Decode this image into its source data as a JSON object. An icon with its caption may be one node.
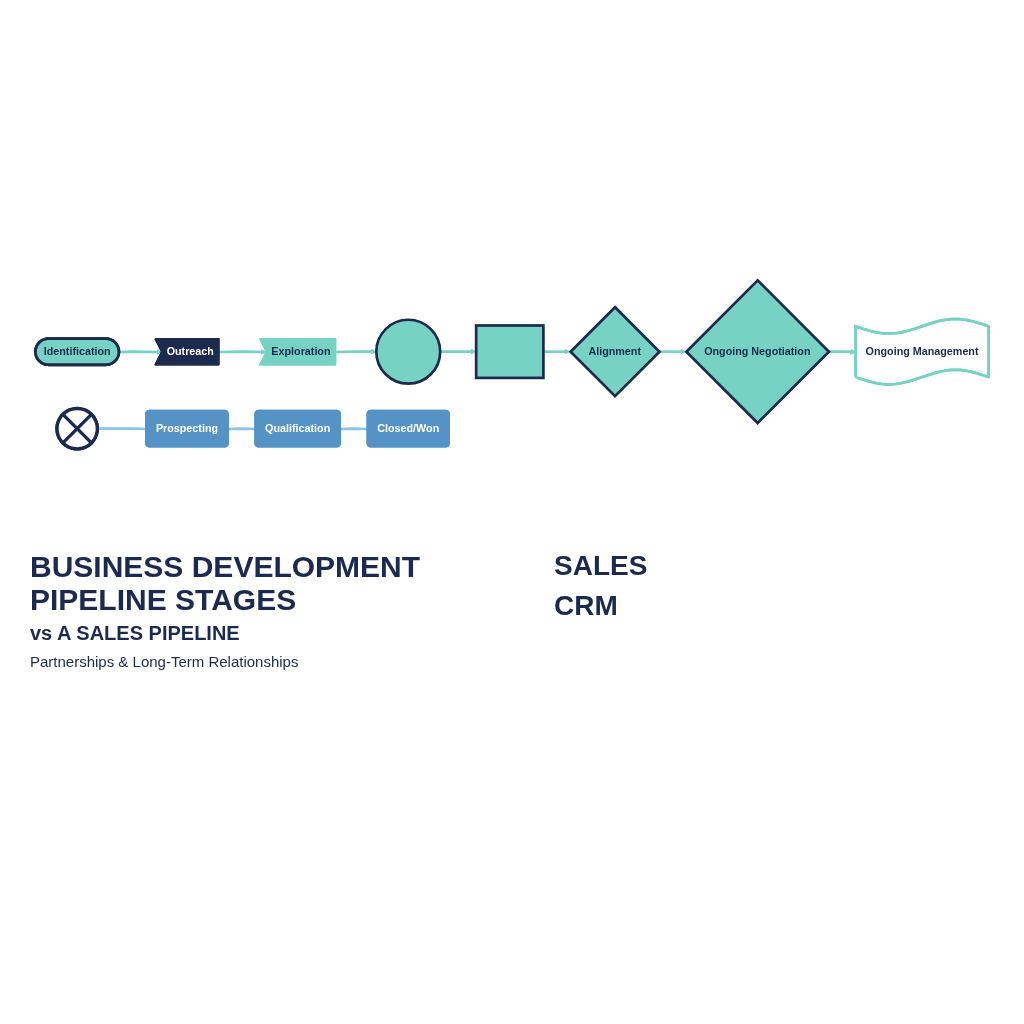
{
  "diagram": {
    "title": "BUSINESS DEVELOPMENT PIPELINE STAGES",
    "nodes": [
      {
        "text": [
          "Identification"
        ]
      },
      {
        "text": [
          "Outreach"
        ]
      },
      {
        "text": [
          "Exploration"
        ]
      },
      {
        "text": [],
        "shape": "circle"
      },
      {
        "text": [],
        "shape": "box"
      },
      {
        "text": [
          "Alignment"
        ]
      },
      {
        "text": [
          "Ongoing Negotiation"
        ]
      },
      {
        "text": [
          "Ongoing Management"
        ]
      },
      {
        "text": [],
        "shape": "picture"
      },
      {
        "text": [
          "Prospecting"
        ]
      },
      {
        "text": [
          "Qualification"
        ]
      },
      {
        "text": [
          "Closed/Won"
        ]
      }
    ],
    "edges": [
      {
        "from": 0,
        "to": 1,
        "arrow": "to"
      },
      {
        "from": 1,
        "to": 2,
        "arrow": "to"
      },
      {
        "from": 2,
        "to": 3,
        "arrow": "to"
      },
      {
        "from": 3,
        "to": 4,
        "arrow": "to"
      },
      {
        "from": 4,
        "to": 5,
        "arrow": "to"
      },
      {
        "from": 5,
        "to": 6,
        "arrow": "to"
      },
      {
        "from": 6,
        "to": 7,
        "arrow": "to"
      },
      {
        "from": 8,
        "to": 9,
        "arrow": "none",
        "color": "#8ec3e8"
      },
      {
        "from": 9,
        "to": 10,
        "arrow": "none",
        "color": "#8ec3e8"
      },
      {
        "from": 10,
        "to": 11,
        "arrow": "none",
        "color": "#8ec3e8"
      }
    ],
    "labels": [
      "vs A SALES PIPELINE",
      "Partnerships & Long-Term Relationships",
      "SALES",
      "CRM"
    ]
  }
}
